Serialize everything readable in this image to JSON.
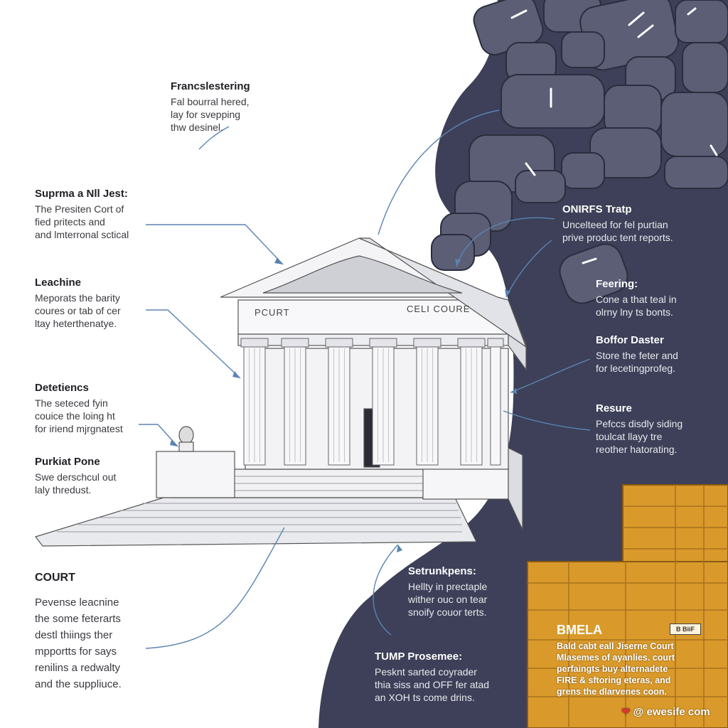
{
  "colors": {
    "accent_line": "#5b84b1",
    "dark_region": "#3d4058",
    "rock": "#5b5e75",
    "container": "#d99a2b"
  },
  "labels": {
    "francis": {
      "title": "Francslestering",
      "lines": [
        "Fal bourral hered,",
        "lay for svepping",
        "thw desinel."
      ]
    },
    "supreme": {
      "title": "Suprma a Nll Jest:",
      "lines": [
        "The Presiten Cort of",
        "fied pritects and",
        "and lmterronal sctical"
      ]
    },
    "leachine": {
      "title": "Leachine",
      "lines": [
        "Meporats the barity",
        "coures or tab of cer",
        "ltay heterthenatye."
      ]
    },
    "detetiencs": {
      "title": "Detetiencs",
      "lines": [
        "The seteced fyin",
        "couice the loing ht",
        "for iriend mjrgnatest"
      ]
    },
    "purkiat": {
      "title": "Purkiat Pone",
      "lines": [
        "Swe derschcul out",
        "laly thredust."
      ]
    },
    "court": {
      "title": "COURT",
      "lines": [
        "Pevense leacnine",
        "the some feterarts",
        "destl thiings ther",
        "mpportts for says",
        "renilins a redwalty",
        "and the suppliuce."
      ]
    },
    "onirfs": {
      "title": "ONIRFS Tratp",
      "lines": [
        "Uncelteed for fel purtian",
        "prive produc tent reports."
      ]
    },
    "feering": {
      "title": "Feering:",
      "lines": [
        "Cone a that teal in",
        "olrny lny ts bonts."
      ]
    },
    "boffor": {
      "title": "Boffor Daster",
      "lines": [
        "Store the feter and",
        "for lecetingprofeg."
      ]
    },
    "resure": {
      "title": "Resure",
      "lines": [
        "Pefccs disdly siding",
        "toulcat llayy tre",
        "reother hatorating."
      ]
    },
    "setrunk": {
      "title": "Setrunkpens:",
      "lines": [
        "Hellty in prectaple",
        "wither ouc on tear",
        "snoify couor terts."
      ]
    },
    "tump": {
      "title": "TUMP Prosemee:",
      "lines": [
        "Pesknt sarted coyrader",
        "thia siss and OFF fer atad",
        "an XOH ts come drins."
      ]
    },
    "bmela": {
      "title": "BMELA",
      "lines": [
        "Bald cabt eall Jiserne Court",
        "Mlasemes of ayanlies. court",
        "perfaingts buy alternadete",
        "FIRE & sftoring eteras, and",
        "grens the dlarvenes coon."
      ]
    }
  },
  "building": {
    "pediment_left": "PCURT",
    "pediment_right": "CELI COURE"
  },
  "badge": {
    "text": "B BiiF"
  },
  "footer": {
    "heart": "❤",
    "text": "@ ewesife com"
  }
}
